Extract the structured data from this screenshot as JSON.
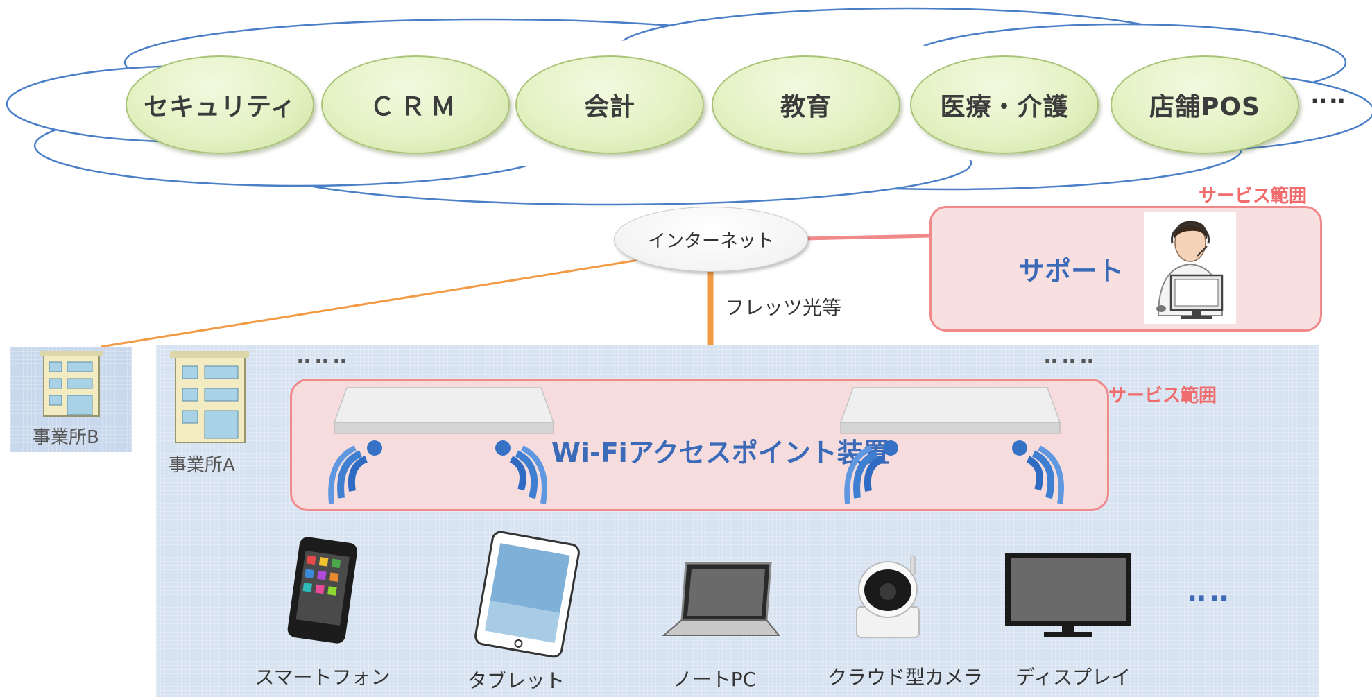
{
  "services": {
    "items": [
      "セキュリティ",
      "ＣＲＭ",
      "会計",
      "教育",
      "医療・介護",
      "店舗POS"
    ],
    "more": "‥‥"
  },
  "network": {
    "internet": "インターネット",
    "connection": "フレッツ光等"
  },
  "support": {
    "scope_label": "サービス範囲",
    "title": "サポート"
  },
  "offices": {
    "office_b": "事業所B",
    "office_a": "事業所A"
  },
  "access_points": {
    "scope_label": "サービス範囲",
    "title": "Wi-Fiアクセスポイント装置",
    "more_left": "‥‥‥",
    "more_right": "‥‥‥"
  },
  "devices": {
    "items": [
      "スマートフォン",
      "タブレット",
      "ノートPC",
      "クラウド型カメラ",
      "ディスプレイ"
    ],
    "more": "‥‥"
  },
  "colors": {
    "cloud_stroke": "#4a7fc8",
    "pill_fill": "#e4f2c4",
    "accent_pink": "#f08a8a",
    "accent_blue": "#3a6ab8",
    "line_orange": "#f39a45",
    "office_bg": "#d8e3f1"
  }
}
